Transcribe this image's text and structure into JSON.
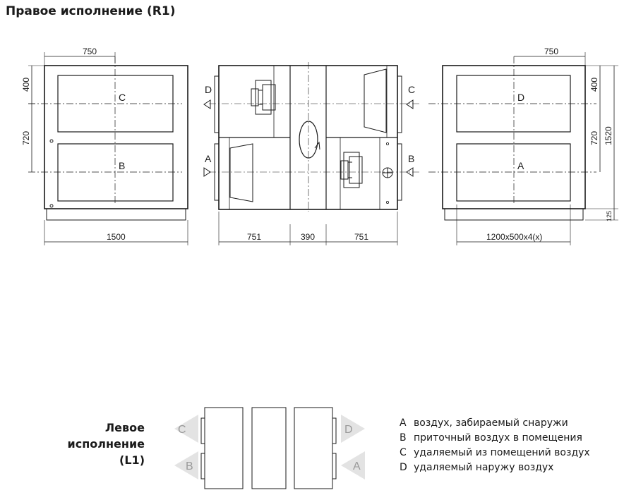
{
  "title": "Правое исполнение (R1)",
  "front_view": {
    "dim_width_top": "750",
    "dim_height_top": "400",
    "dim_height_mid": "720",
    "dim_width_bottom": "1500",
    "label_upper": "C",
    "label_lower": "B"
  },
  "side_view": {
    "dim_left": "751",
    "dim_middle": "390",
    "dim_right": "751",
    "label_left_upper": "D",
    "label_left_lower": "A",
    "label_right_upper": "C",
    "label_right_lower": "B"
  },
  "rear_view": {
    "dim_width_top": "750",
    "dim_height_top": "400",
    "dim_height_mid": "720",
    "dim_height_total": "1520",
    "dim_base": "125",
    "dim_bottom": "1200x500x4(x)",
    "label_upper": "D",
    "label_lower": "A"
  },
  "left_version": {
    "title": "Левое исполнение (L1)",
    "title_lines": [
      "Левое",
      "исполнение",
      "(L1)"
    ],
    "label_left_upper": "C",
    "label_left_lower": "B",
    "label_right_upper": "D",
    "label_right_lower": "A"
  },
  "legend": [
    {
      "key": "A",
      "text": "воздух, забираемый снаружи"
    },
    {
      "key": "B",
      "text": "приточный воздух в помещения"
    },
    {
      "key": "C",
      "text": "удаляемый из помещений воздух"
    },
    {
      "key": "D",
      "text": "удаляемый наружу воздух"
    }
  ]
}
